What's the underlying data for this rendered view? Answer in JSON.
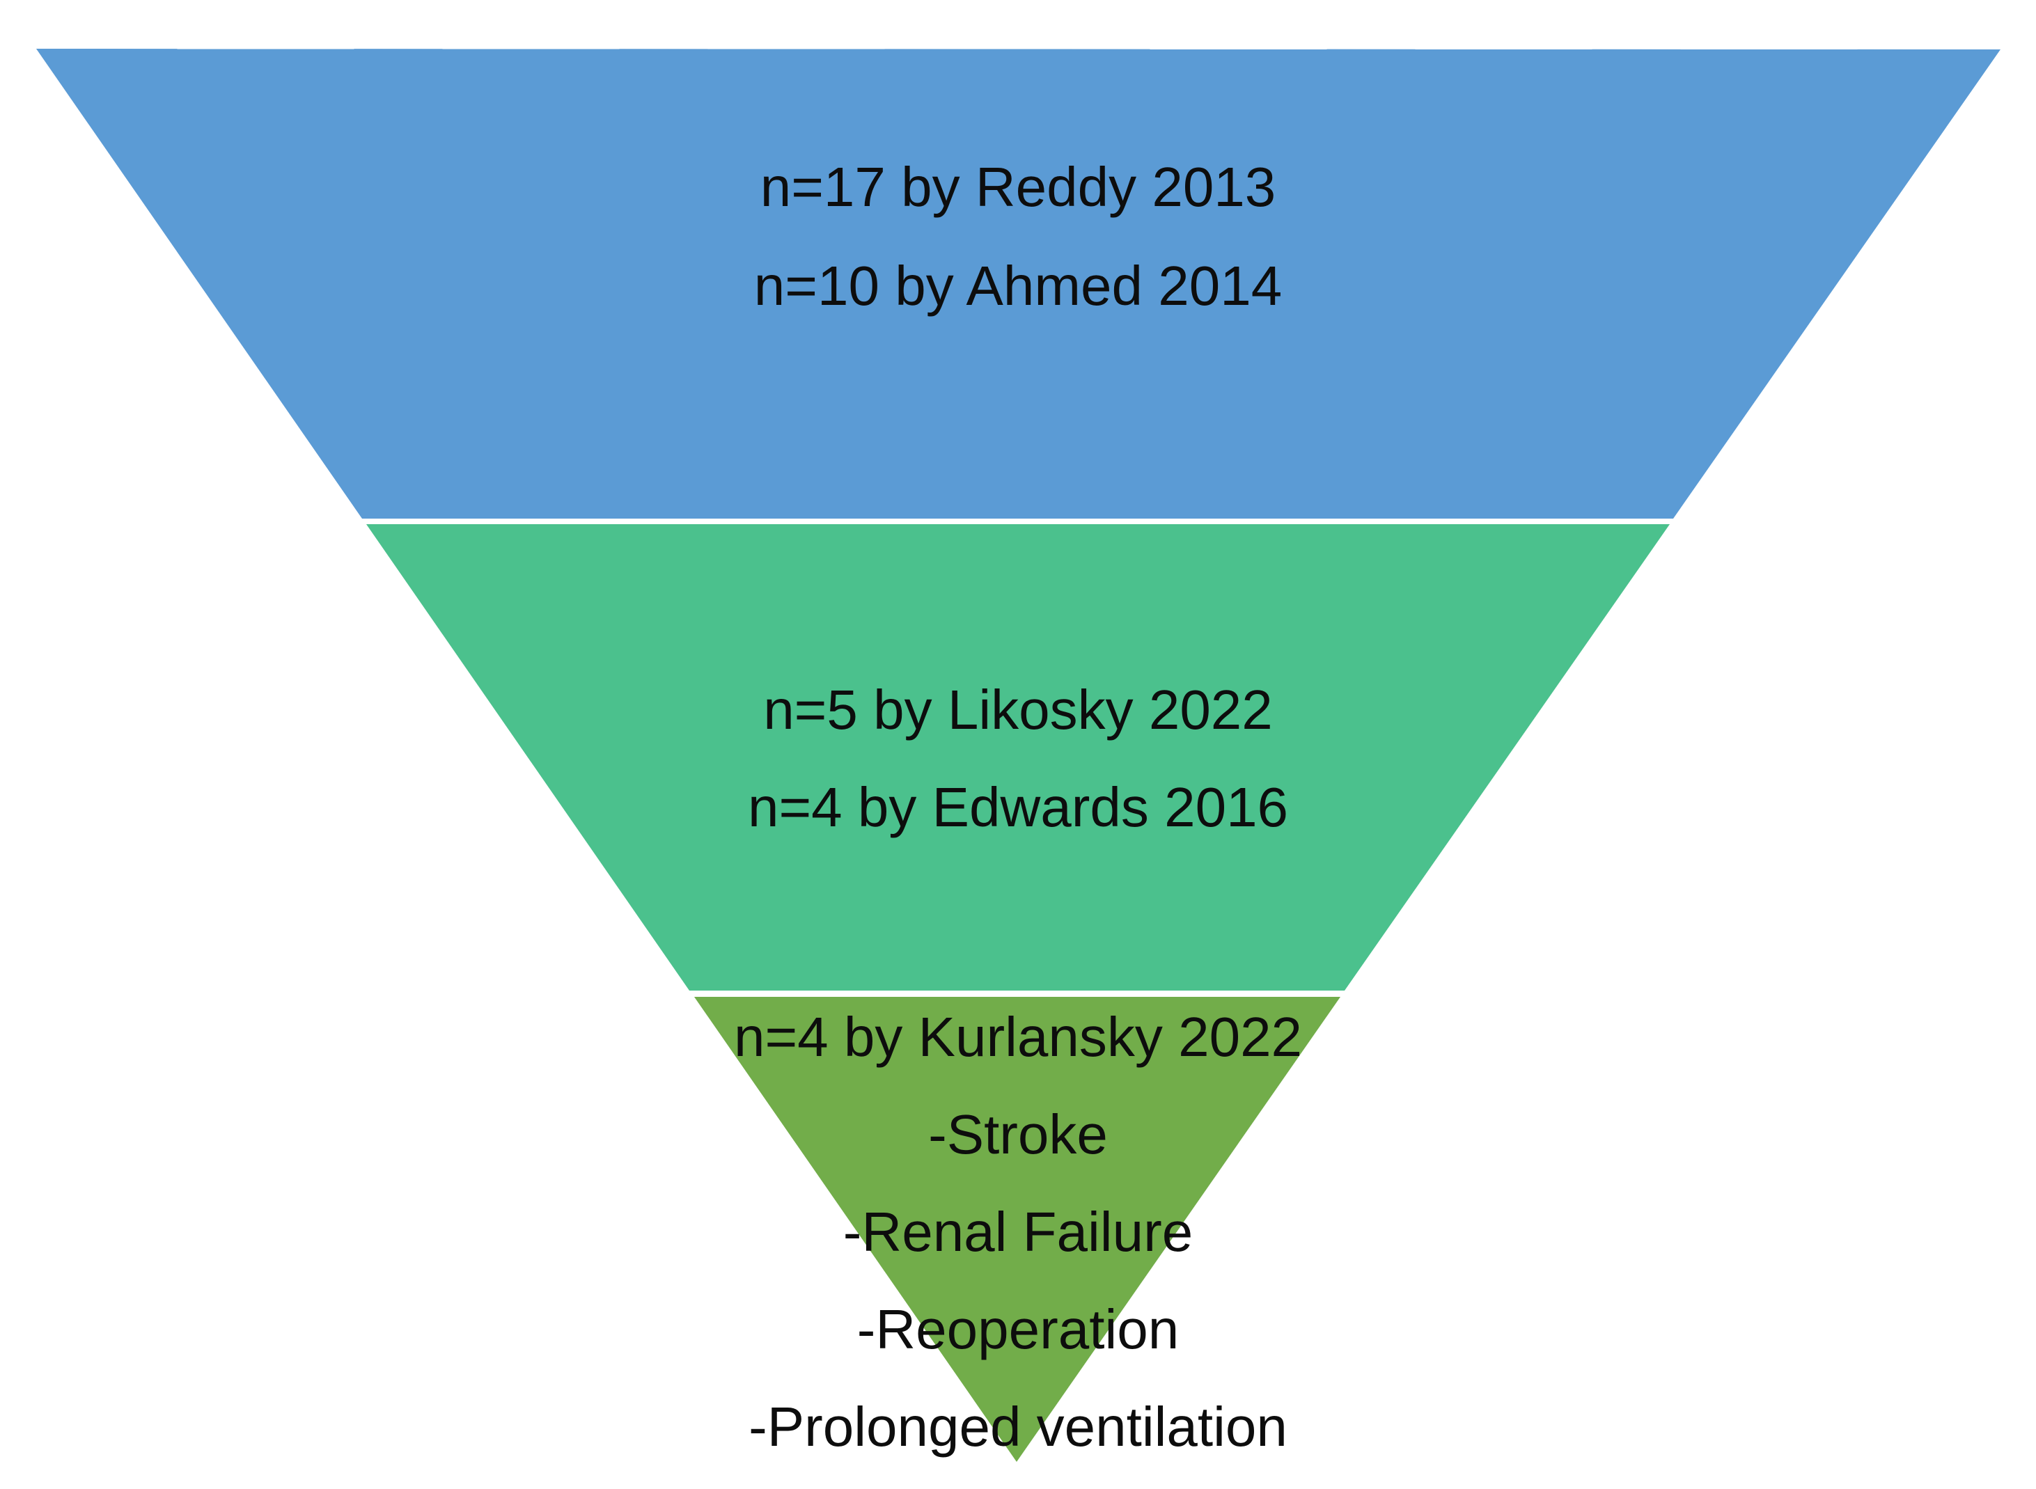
{
  "diagram": {
    "type": "inverted-pyramid-funnel",
    "background_color": "#ffffff",
    "text_color": "#0d0d0d",
    "separator_color": "#ffffff",
    "tiers": [
      {
        "id": "top",
        "color": "#5b9bd5",
        "lines": {
          "0": "n=17 by Reddy 2013",
          "1": "n=10 by Ahmed 2014"
        }
      },
      {
        "id": "middle",
        "color": "#4bc18d",
        "lines": {
          "0": "n=5 by Likosky 2022",
          "1": "n=4 by Edwards 2016"
        }
      },
      {
        "id": "bottom",
        "color": "#72ad4a",
        "lines": {
          "0": "n=4 by Kurlansky 2022",
          "1": "-Stroke",
          "2": "-Renal Failure",
          "3": "-Reoperation",
          "4": "-Prolonged ventilation"
        }
      }
    ]
  }
}
